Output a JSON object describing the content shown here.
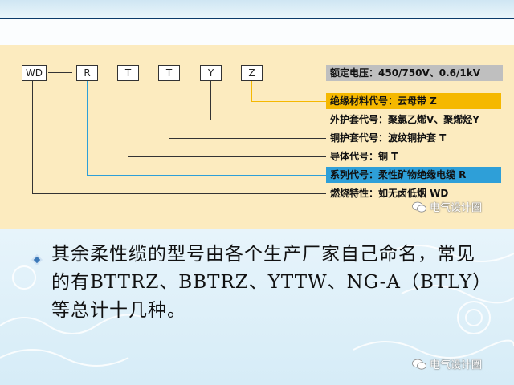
{
  "diagram": {
    "codes": [
      "WD",
      "R",
      "T",
      "T",
      "Y",
      "Z"
    ],
    "labels": [
      {
        "text": "额定电压：450/750V、0.6/1kV",
        "style": "gray"
      },
      {
        "text": "绝缘材料代号：云母带 Z",
        "style": "orange"
      },
      {
        "text": "外护套代号：聚氯乙烯V、聚烯烃Y",
        "style": "plain"
      },
      {
        "text": "铜护套代号：波纹铜护套 T",
        "style": "plain"
      },
      {
        "text": "导体代号：铜 T",
        "style": "plain"
      },
      {
        "text": "系列代号：柔性矿物绝缘电缆 R",
        "style": "blue"
      },
      {
        "text": "燃烧特性：如无卤低烟 WD",
        "style": "plain"
      }
    ],
    "colors": {
      "orange": "#f5b800",
      "blue": "#2e9fd8",
      "gray": "#bfbfbf",
      "line": "#333333"
    }
  },
  "watermarks": [
    "电气设计圈",
    "电气设计圈"
  ],
  "watermark_icon": "wechat-icon",
  "bullet_icon": "diamond-bullet-icon",
  "body_text": "其余柔性缆的型号由各个生产厂家自己命名，常见的有BTTRZ、BBTRZ、YTTW、NG-A（BTLY）等总计十几种。"
}
